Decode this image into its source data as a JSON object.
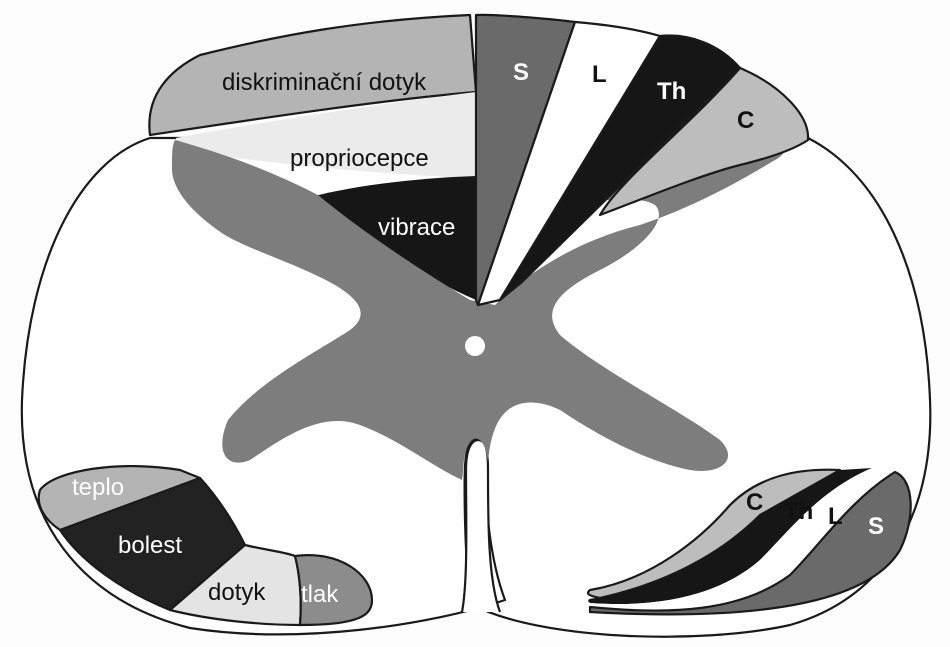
{
  "colors": {
    "white": "#ffffff",
    "outline": "#1a1a1a",
    "light_gray": "#e6e6e6",
    "mid_gray": "#b4b4b4",
    "gray_matter": "#7d7d7d",
    "dark_gray": "#6a6a6a",
    "black": "#161616"
  },
  "dorsal_column": {
    "fasciculus_gracilis": {
      "discriminative_touch": "diskriminační dotyk",
      "proprioception": "propriocepce",
      "vibration": "vibrace"
    },
    "somatotopy": {
      "sacral": "S",
      "lumbar": "L",
      "thoracic": "Th",
      "cervical": "C"
    }
  },
  "spinothalamic_tract": {
    "temperature": "teplo",
    "pain": "bolest",
    "touch": "dotyk",
    "pressure": "tlak"
  },
  "lateral_tract_somatotopy": {
    "cervical": "C",
    "thoracic": "Th",
    "lumbar": "L",
    "sacral": "S"
  }
}
